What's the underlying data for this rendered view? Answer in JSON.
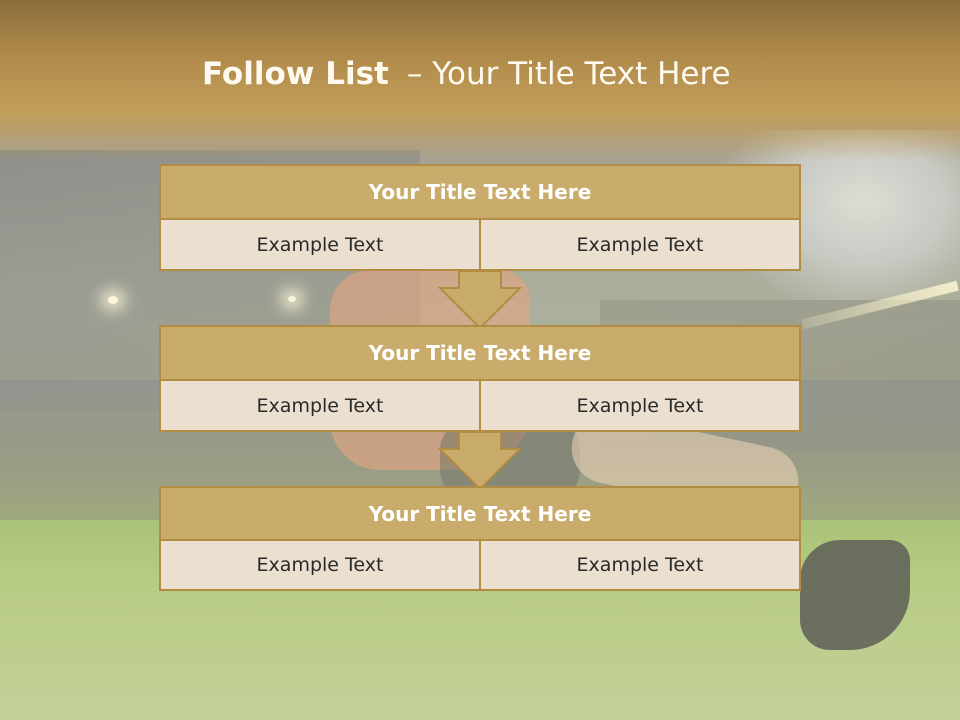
{
  "slide": {
    "title_bold": "Follow List",
    "title_rest": "– Your Title Text Here"
  },
  "blocks": [
    {
      "title": "Your Title Text Here",
      "cells": [
        "Example Text",
        "Example Text"
      ]
    },
    {
      "title": "Your Title Text Here",
      "cells": [
        "Example Text",
        "Example Text"
      ]
    },
    {
      "title": "Your Title Text Here",
      "cells": [
        "Example Text",
        "Example Text"
      ]
    }
  ],
  "colors": {
    "accent": "#c9ac6c",
    "border": "#b28c42",
    "cell_bg": "#ebe0d0",
    "title_text": "#fffaf0"
  },
  "icons": [
    "down-arrow-icon",
    "down-arrow-icon"
  ]
}
